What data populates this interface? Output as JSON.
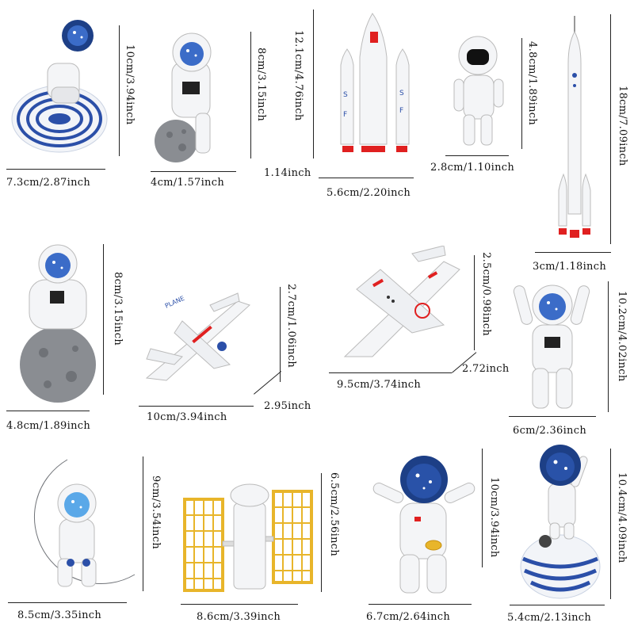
{
  "products": [
    {
      "name": "astronaut-on-saturn-rings",
      "width_label": "7.3cm/2.87inch",
      "height_label": "10cm/3.94inch"
    },
    {
      "name": "astronaut-kicking-moon",
      "width_label": "4cm/1.57inch",
      "height_label": "8cm/3.15inch"
    },
    {
      "name": "space-shuttle-rocket",
      "width_label": "5.6cm/2.20inch",
      "height_label": "12.1cm/4.76inch",
      "depth_label": "1.14inch",
      "rocket_text": "SF"
    },
    {
      "name": "small-astronaut",
      "width_label": "2.8cm/1.10inch",
      "height_label": "4.8cm/1.89inch"
    },
    {
      "name": "tall-rocket",
      "width_label": "3cm/1.18inch",
      "height_label": "18cm/7.09inch"
    },
    {
      "name": "astronaut-sitting-on-moon",
      "width_label": "4.8cm/1.89inch",
      "height_label": "8cm/3.15inch"
    },
    {
      "name": "space-plane",
      "width_label": "10cm/3.94inch",
      "height_label": "2.7cm/1.06inch",
      "depth_label": "2.95inch",
      "plane_text": "PLANE"
    },
    {
      "name": "space-jet",
      "width_label": "9.5cm/3.74inch",
      "height_label": "2.5cm/0.98inch",
      "depth_label": "2.72inch"
    },
    {
      "name": "astronaut-arms-up",
      "width_label": "6cm/2.36inch",
      "height_label": "10.2cm/4.02inch"
    },
    {
      "name": "astronaut-on-crescent-moon",
      "width_label": "8.5cm/3.35inch",
      "height_label": "9cm/3.54inch"
    },
    {
      "name": "space-satellite",
      "width_label": "8.6cm/3.39inch",
      "height_label": "6.5cm/2.56inch"
    },
    {
      "name": "astronaut-waving",
      "width_label": "6.7cm/2.64inch",
      "height_label": "10cm/3.94inch"
    },
    {
      "name": "astronaut-on-planet-ball",
      "width_label": "5.4cm/2.13inch",
      "height_label": "10.4cm/4.09inch"
    }
  ],
  "colors": {
    "helmet": "#1d3f86",
    "visor_light": "#5aa8e8",
    "suit": "#f4f5f7",
    "moon": "#8a8d92",
    "ring_blue": "#2b4fa8",
    "satellite_panel": "#e8b52a",
    "accent_red": "#e02020"
  }
}
